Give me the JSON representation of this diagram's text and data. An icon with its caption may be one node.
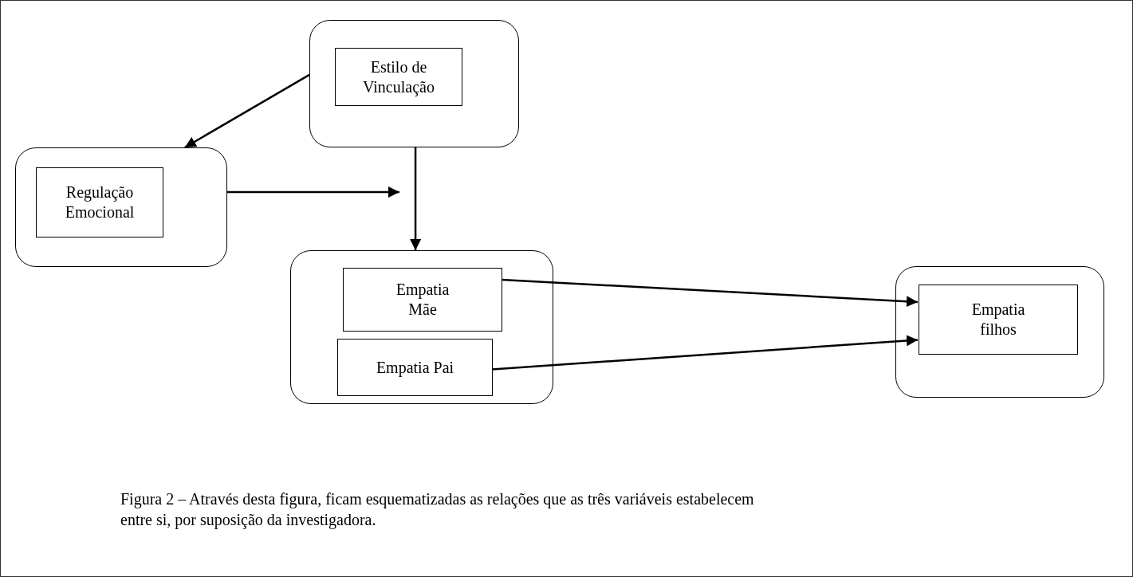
{
  "diagram": {
    "caption": "Figura 2 – Através desta figura, ficam esquematizadas as relações que as três variáveis estabelecem entre si, por suposição da investigadora.",
    "nodes": [
      {
        "text": [],
        "shape": "box"
      },
      {
        "text": [
          "Estilo de Vinculação"
        ],
        "in": 0
      },
      {
        "text": [],
        "shape": "box"
      },
      {
        "text": [
          "Regulação Emocional"
        ],
        "in": 2
      },
      {
        "text": [],
        "shape": "box"
      },
      {
        "text": [
          "Empatia Mãe"
        ],
        "in": 4
      },
      {
        "text": [
          "Empatia Pai"
        ],
        "in": 4
      },
      {
        "text": [],
        "shape": "box"
      },
      {
        "text": [
          "Empatia filhos"
        ],
        "in": 7
      }
    ],
    "edges": [
      {
        "from": 0,
        "to": 2,
        "arrow": "to"
      },
      {
        "from": 2,
        "to": null,
        "arrow": "to"
      },
      {
        "from": 0,
        "to": 4,
        "arrow": "to"
      },
      {
        "from": 5,
        "to": 8,
        "arrow": "to"
      },
      {
        "from": 6,
        "to": 8,
        "arrow": "to"
      }
    ]
  }
}
